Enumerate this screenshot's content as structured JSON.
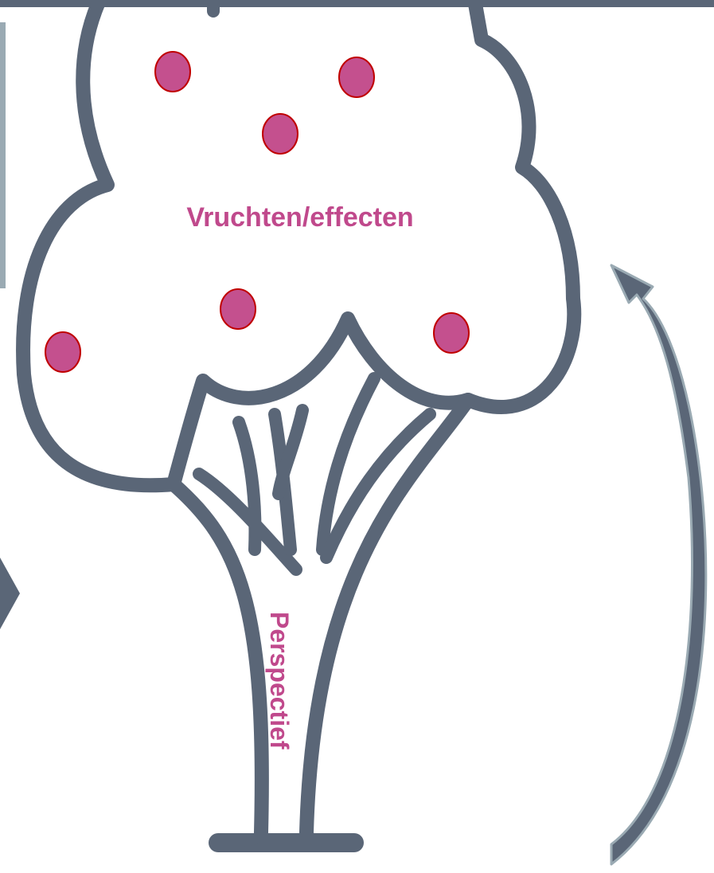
{
  "colors": {
    "outline": "#5a6677",
    "fruit_fill": "#c4508e",
    "fruit_stroke": "#c00000",
    "label": "#c0498c",
    "arrow_edge": "#9aaab3",
    "left_line": "#9aaab3"
  },
  "tree": {
    "crown_label": "Vruchten/effecten",
    "trunk_label": "Perspectief",
    "fruit_count": 6
  },
  "icons": {
    "curved_arrow": "curved-arrow-up-icon",
    "left_arrow": "arrow-right-icon"
  }
}
